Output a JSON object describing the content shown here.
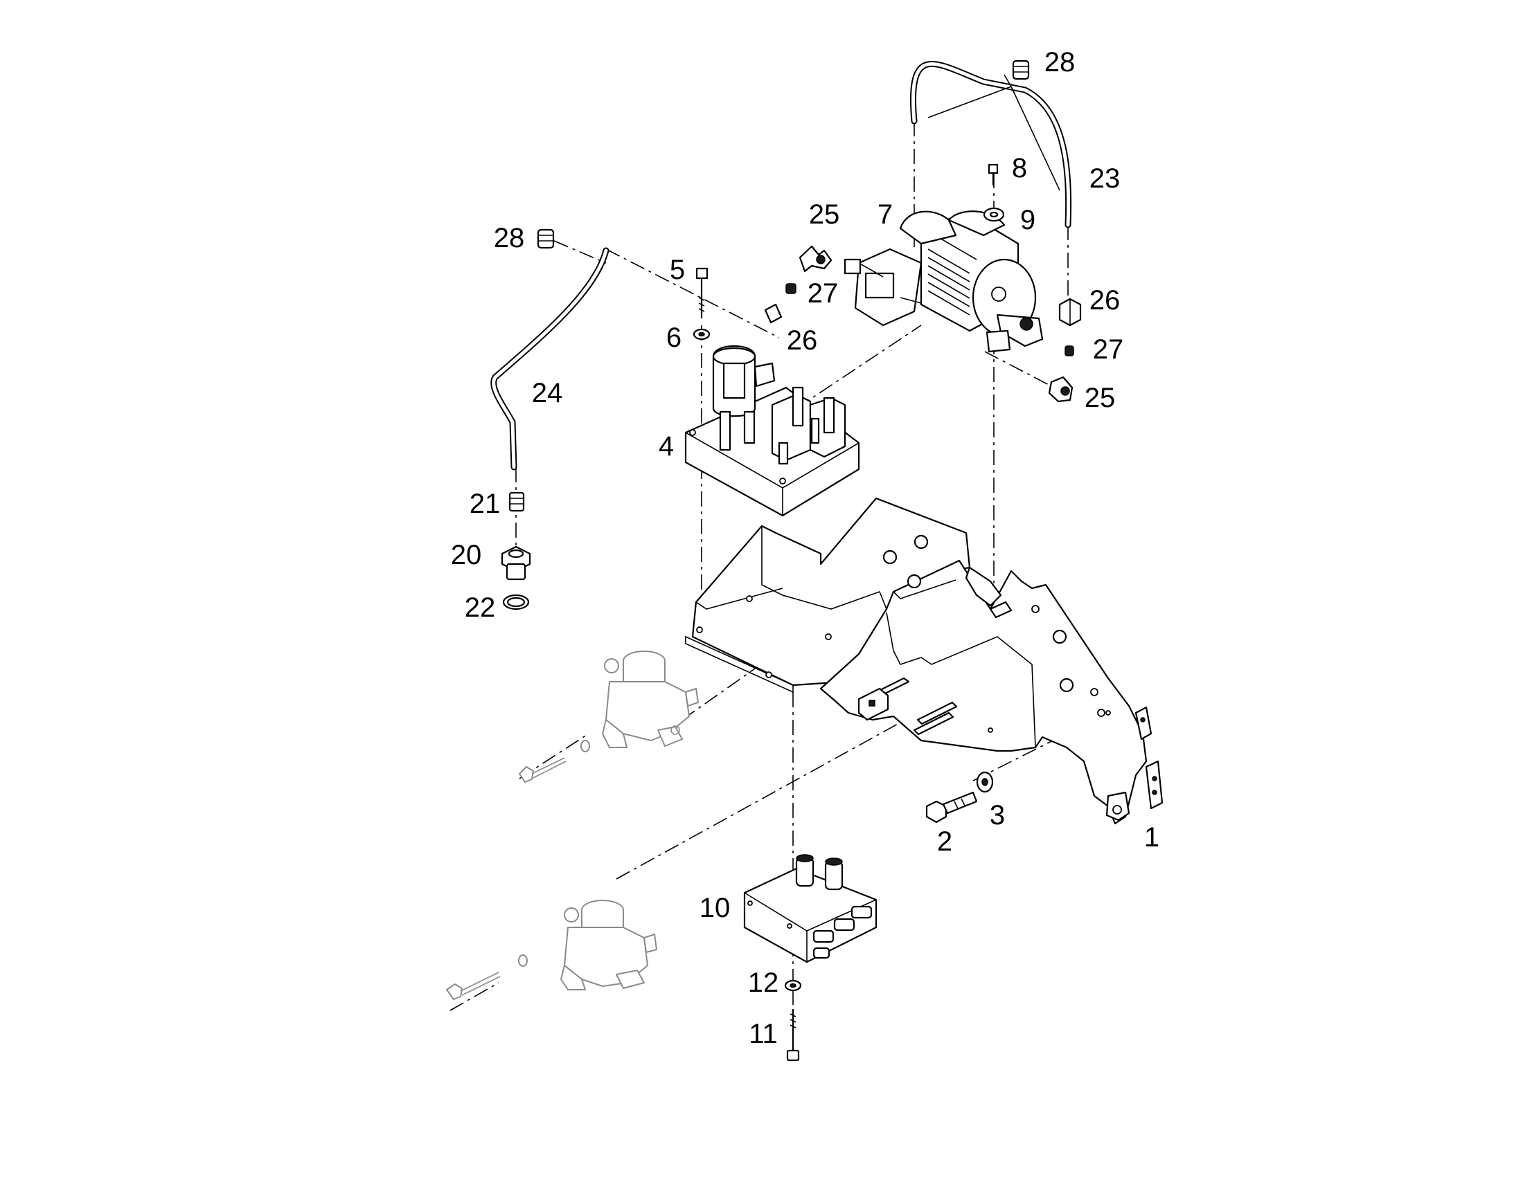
{
  "diagram": {
    "callouts": [
      {
        "id": "1",
        "label": "1"
      },
      {
        "id": "2",
        "label": "2"
      },
      {
        "id": "3",
        "label": "3"
      },
      {
        "id": "4",
        "label": "4"
      },
      {
        "id": "5",
        "label": "5"
      },
      {
        "id": "6",
        "label": "6"
      },
      {
        "id": "7",
        "label": "7"
      },
      {
        "id": "8",
        "label": "8"
      },
      {
        "id": "9",
        "label": "9"
      },
      {
        "id": "10",
        "label": "10"
      },
      {
        "id": "11",
        "label": "11"
      },
      {
        "id": "12",
        "label": "12"
      },
      {
        "id": "20",
        "label": "20"
      },
      {
        "id": "21",
        "label": "21"
      },
      {
        "id": "22",
        "label": "22"
      },
      {
        "id": "23",
        "label": "23"
      },
      {
        "id": "24",
        "label": "24"
      },
      {
        "id": "25a",
        "label": "25"
      },
      {
        "id": "25b",
        "label": "25"
      },
      {
        "id": "26a",
        "label": "26"
      },
      {
        "id": "26b",
        "label": "26"
      },
      {
        "id": "27a",
        "label": "27"
      },
      {
        "id": "27b",
        "label": "27"
      },
      {
        "id": "28a",
        "label": "28"
      },
      {
        "id": "28b",
        "label": "28"
      }
    ]
  }
}
